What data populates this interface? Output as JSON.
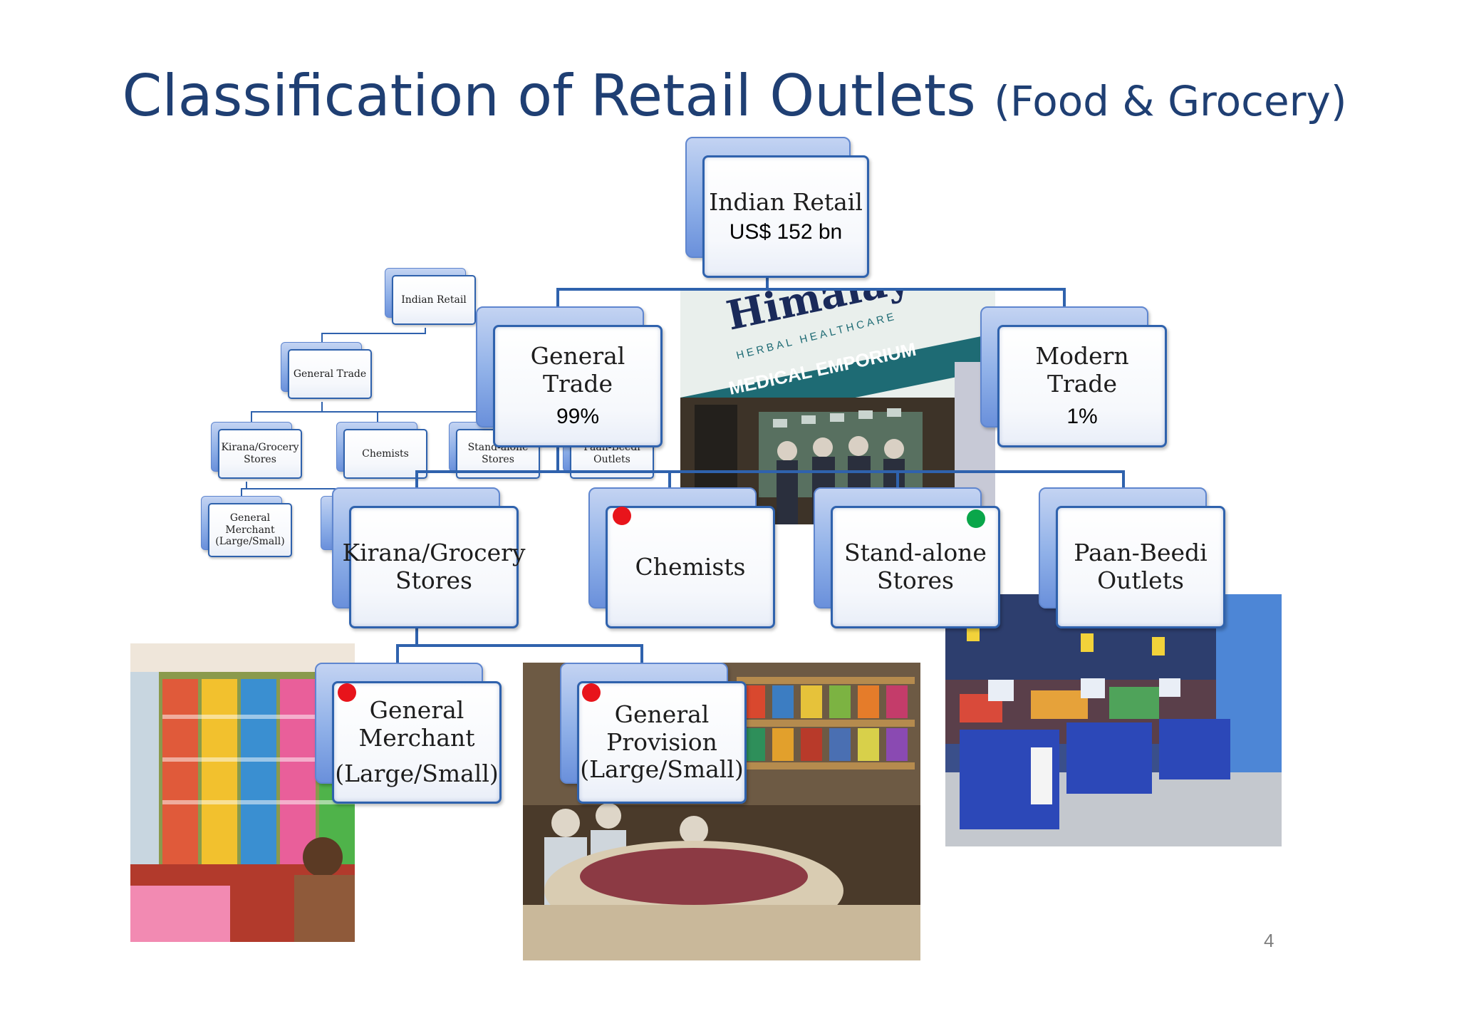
{
  "slide": {
    "title_main": "Classification of Retail Outlets",
    "title_sub": "(Food & Grocery)",
    "page_number": "4"
  },
  "chart": {
    "root": {
      "label": "Indian Retail",
      "value": "US$ 152 bn"
    },
    "general_trade": {
      "label": "General Trade",
      "share": "99%"
    },
    "modern_trade": {
      "label": "Modern Trade",
      "share": "1%"
    },
    "kirana": {
      "label_line1": "Kirana/Grocery",
      "label_line2": "Stores"
    },
    "chemists": {
      "label": "Chemists"
    },
    "standalone": {
      "label_line1": "Stand-alone",
      "label_line2": "Stores"
    },
    "paan": {
      "label_line1": "Paan-Beedi",
      "label_line2": "Outlets"
    },
    "general_merchant": {
      "label_line1": "General",
      "label_line2": "Merchant",
      "label_line3": "(Large/Small)"
    },
    "general_provision": {
      "label_line1": "General",
      "label_line2": "Provision",
      "label_line3": "(Large/Small)"
    }
  },
  "ghost_chart": {
    "root": "Indian Retail",
    "general_trade": "General Trade",
    "kirana_line1": "Kirana/Grocery",
    "kirana_line2": "Stores",
    "chemists": "Chemists",
    "standalone_line1": "Stand-alone",
    "standalone_line2": "Stores",
    "paan_line1": "Paan-Beedi",
    "paan_line2": "Outlets",
    "gm_line1": "General",
    "gm_line2": "Merchant",
    "gm_line3": "(Large/Small)"
  },
  "photo_signage": {
    "brand": "Himalaya",
    "tagline": "HERBAL HEALTHCARE",
    "store": "MEDICAL EMPORIUM"
  },
  "markers": {
    "red": "#e8141b",
    "green": "#0aa64a"
  }
}
